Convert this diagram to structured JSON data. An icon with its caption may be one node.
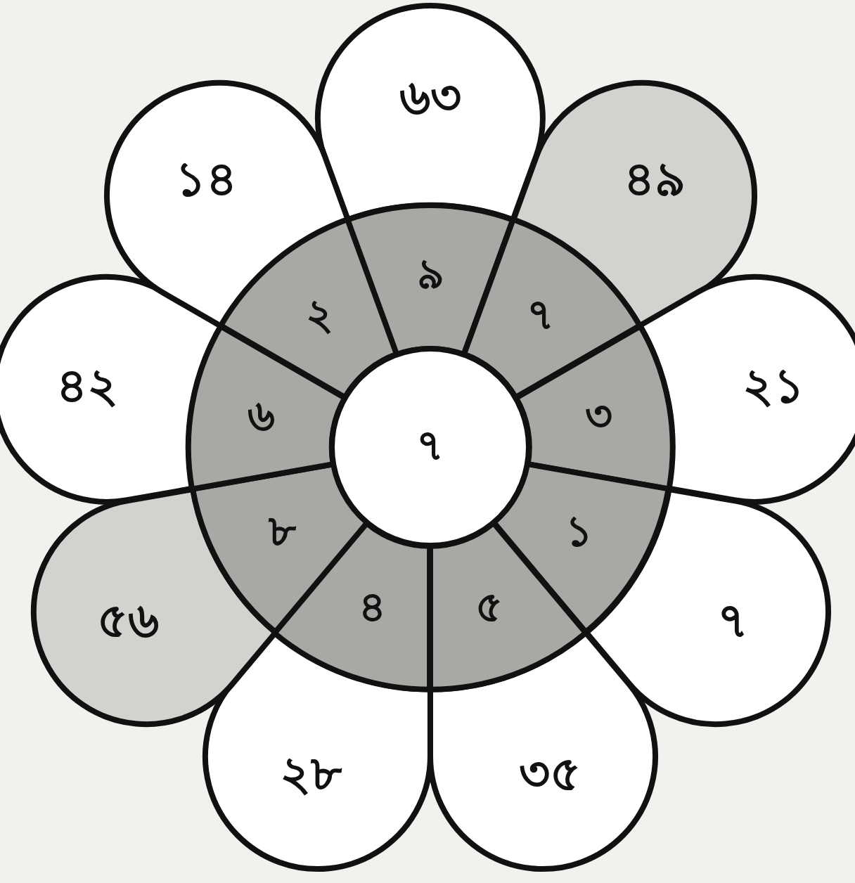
{
  "diagram": {
    "nodes": [
      {
        "text": [
          "৬৩"
        ]
      },
      {
        "text": [
          "৪৯"
        ]
      },
      {
        "text": [
          "২১"
        ]
      },
      {
        "text": [
          "৭"
        ]
      },
      {
        "text": [
          "৩৫"
        ]
      },
      {
        "text": [
          "২৮"
        ]
      },
      {
        "text": [
          "৫৬"
        ]
      },
      {
        "text": [
          "৪২"
        ]
      },
      {
        "text": [
          "১৪"
        ]
      },
      {
        "text": [
          "৯"
        ]
      },
      {
        "text": [
          "৭"
        ]
      },
      {
        "text": [
          "৩"
        ]
      },
      {
        "text": [
          "১"
        ]
      },
      {
        "text": [
          "৫"
        ]
      },
      {
        "text": [
          "৪"
        ]
      },
      {
        "text": [
          "৮"
        ]
      },
      {
        "text": [
          "৬"
        ]
      },
      {
        "text": [
          "২"
        ]
      },
      {
        "text": [
          "৭"
        ]
      }
    ]
  }
}
